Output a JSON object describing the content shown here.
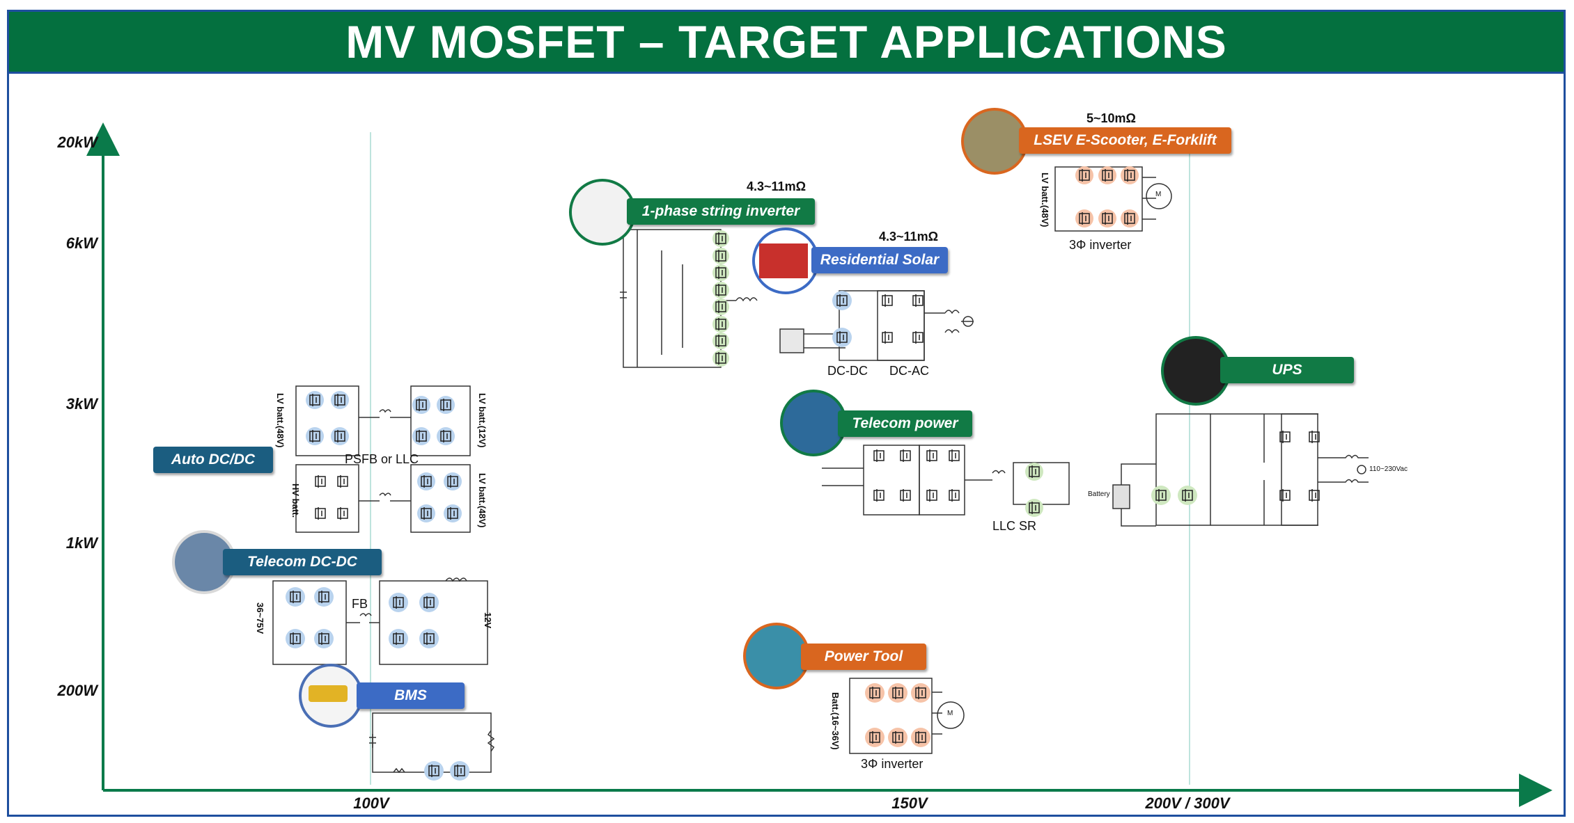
{
  "title": "MV MOSFET – TARGET APPLICATIONS",
  "axes": {
    "y_ticks": [
      "20kW",
      "6kW",
      "3kW",
      "1kW",
      "200W"
    ],
    "x_ticks": [
      "100V",
      "150V",
      "200V / 300V"
    ]
  },
  "applications": {
    "auto_dcdc": "Auto DC/DC",
    "telecom_dcdc": "Telecom DC-DC",
    "bms": "BMS",
    "string_inverter": "1-phase string inverter",
    "residential_solar": "Residential Solar",
    "lsev": "LSEV E-Scooter, E-Forklift",
    "ups": "UPS",
    "telecom_power": "Telecom power",
    "power_tool": "Power Tool"
  },
  "annotations": {
    "psfb_llc": "PSFB or LLC",
    "fb": "FB",
    "dcdc": "DC-DC",
    "dcac": "DC-AC",
    "llc_sr": "LLC SR",
    "inv_3phase_lsev": "3Φ inverter",
    "inv_3phase_tool": "3Φ inverter",
    "rds_string": "4.3~11mΩ",
    "rds_solar": "4.3~11mΩ",
    "rds_lsev": "5~10mΩ",
    "lv_batt_48_a": "LV batt.(48V)",
    "lv_batt_12": "LV batt.(12V)",
    "hv_batt": "HV batt.",
    "lv_batt_48_b": "LV batt.(48V)",
    "v_36_75": "36~75V",
    "v_12": "12V",
    "lv_batt_48_lsev": "LV batt.(48V)",
    "batt_16_36": "Batt.(16~36V)",
    "battery": "Battery",
    "ac_out": "110~230Vac",
    "motor": "M"
  },
  "colors": {
    "header": "#04703f",
    "frame": "#1e4f9e",
    "green_pill": "#117a45",
    "blue_pill": "#3c6bc5",
    "teal_pill": "#1b5d80",
    "orange_pill": "#d9661f",
    "highlight_blue": "#b9d3ee",
    "highlight_green": "#cfe8c0",
    "highlight_orange": "#f6c3a8"
  }
}
